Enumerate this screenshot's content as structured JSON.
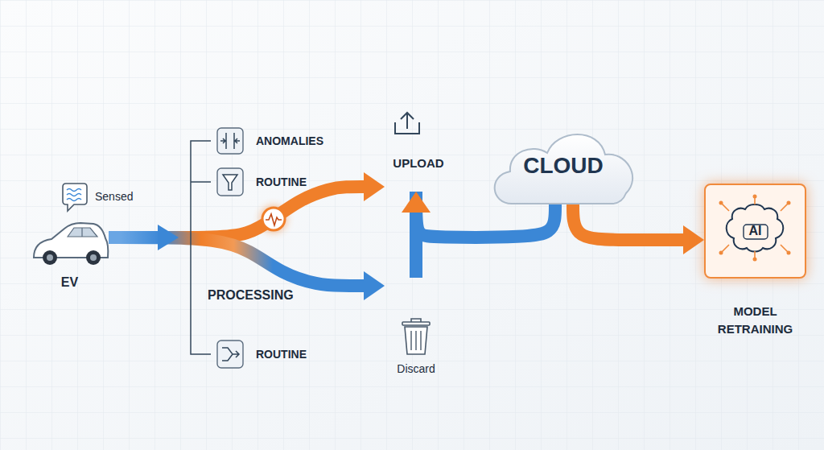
{
  "diagram": {
    "nodes": [
      {
        "text": [
          "Sensed"
        ]
      },
      {
        "text": [
          "EV"
        ]
      },
      {
        "text": [
          "ANOMALIES"
        ]
      },
      {
        "text": [
          "ROUTINE"
        ]
      },
      {
        "text": [
          "ROUTINE"
        ]
      },
      {
        "text": [
          "UPLOAD"
        ]
      },
      {
        "text": [
          "Discard"
        ]
      },
      {
        "text": [
          "CLOUD"
        ]
      },
      {
        "text": [
          "AI",
          "MODEL RETRAINING"
        ]
      }
    ],
    "edges": [
      {
        "from": 1,
        "to": 5,
        "arrow": "to"
      },
      {
        "from": 1,
        "to": 6,
        "arrow": "to"
      },
      {
        "from": 6,
        "to": 5,
        "arrow": "to"
      },
      {
        "from": 5,
        "to": 7,
        "arrow": "none"
      },
      {
        "from": 7,
        "to": 8,
        "arrow": "to"
      }
    ],
    "labels": [
      "PROCESSING"
    ]
  }
}
